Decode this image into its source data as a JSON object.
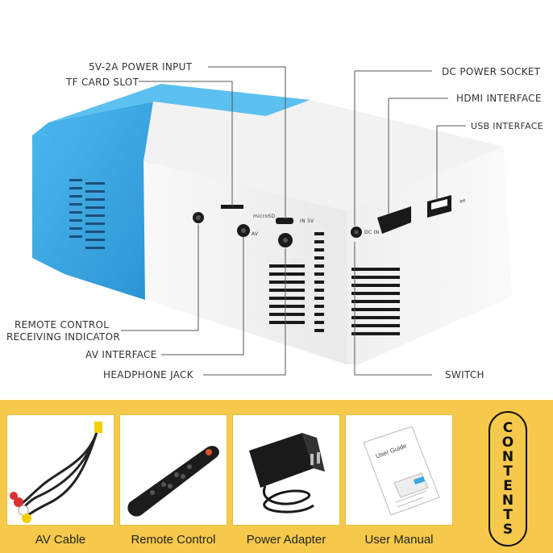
{
  "callouts": {
    "power_input": "5V-2A POWER INPUT",
    "tf_card": "TF CARD SLOT",
    "dc_power": "DC POWER SOCKET",
    "hdmi": "HDMI INTERFACE",
    "usb": "USB INTERFACE",
    "remote_line1": "REMOTE CONTROL",
    "remote_line2": "RECEIVING INDICATOR",
    "av": "AV INTERFACE",
    "headphone": "HEADPHONE JACK",
    "switch": "SWITCH"
  },
  "device_labels": {
    "av_port": "AV",
    "microsd": "microSD",
    "in5v": "IN 5V",
    "dc_in": "DC IN",
    "user_guide_title": "User Guide"
  },
  "contents_items": [
    {
      "caption": "AV Cable"
    },
    {
      "caption": "Remote Control"
    },
    {
      "caption": "Power Adapter"
    },
    {
      "caption": "User Manual"
    }
  ],
  "contents_letters": [
    "C",
    "O",
    "N",
    "T",
    "E",
    "N",
    "T",
    "S"
  ],
  "colors": {
    "accent_blue": "#3aa5e0",
    "panel_yellow": "#f6c94a",
    "body_white": "#f4f4f4"
  }
}
